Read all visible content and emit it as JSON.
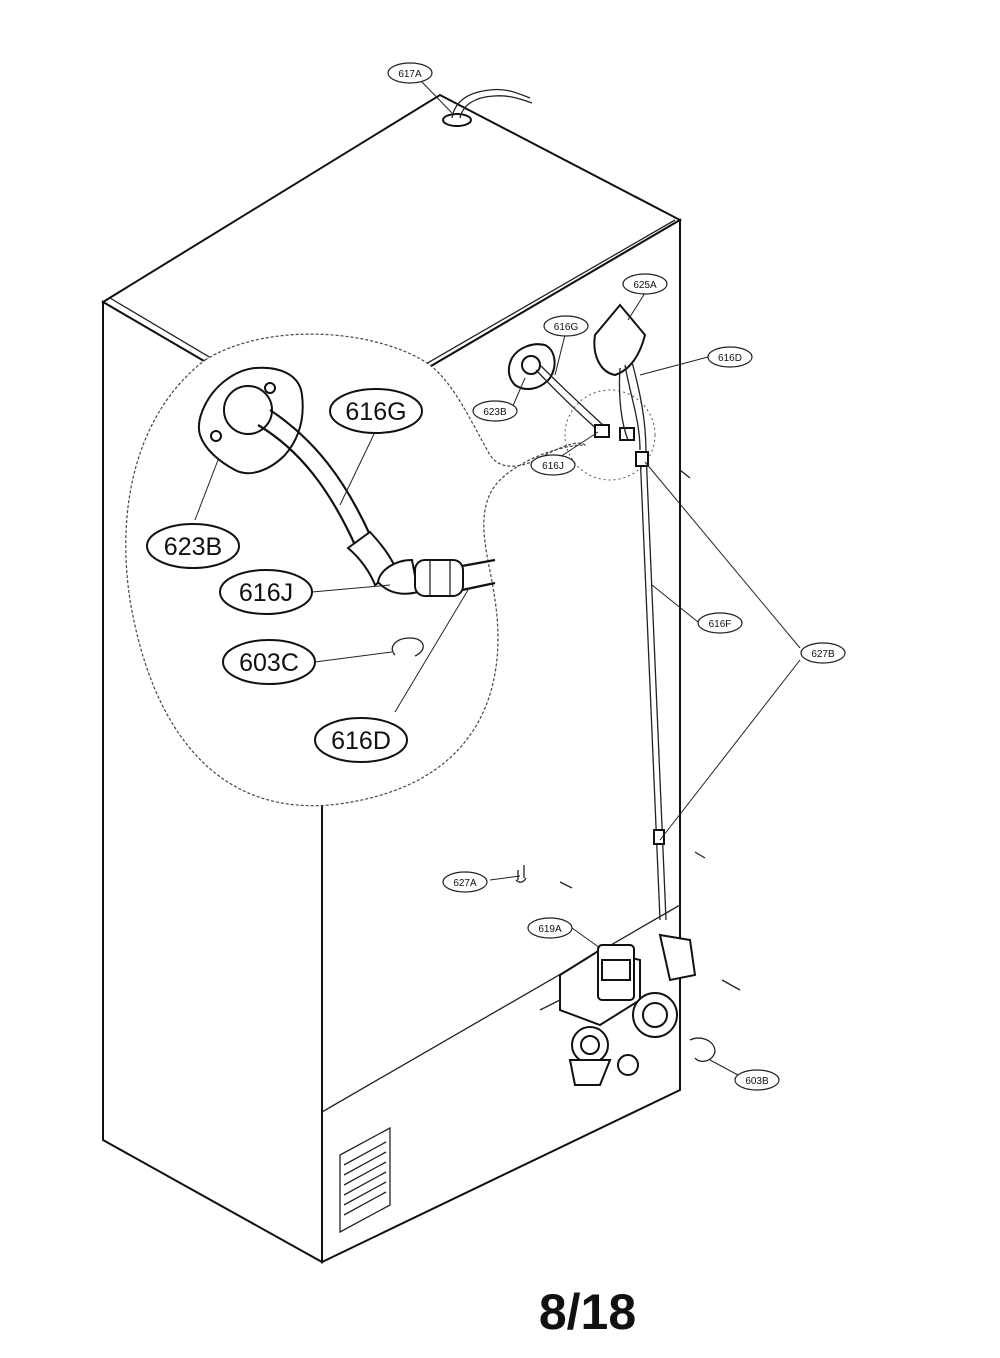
{
  "labels": {
    "617A": "617A",
    "625A": "625A",
    "616G_small": "616G",
    "616D_small": "616D",
    "623B_small": "623B",
    "616J_small": "616J",
    "616F": "616F",
    "627B": "627B",
    "627A": "627A",
    "619A": "619A",
    "603B": "603B",
    "616G_big": "616G",
    "623B_big": "623B",
    "616J_big": "616J",
    "603C_big": "603C",
    "616D_big": "616D"
  },
  "page_number": "8/18"
}
